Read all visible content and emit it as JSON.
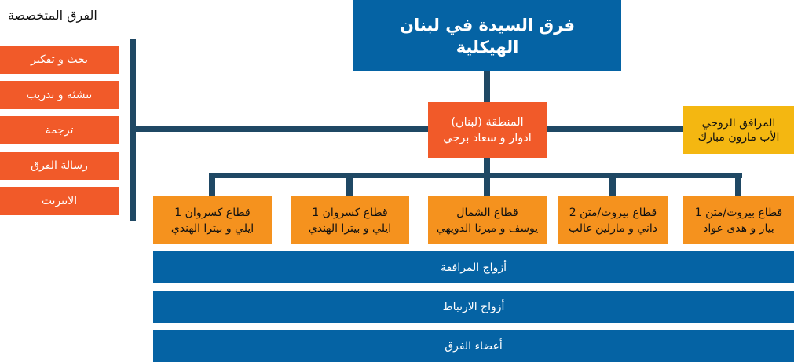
{
  "colors": {
    "blue": "#0563a4",
    "orange": "#f15a29",
    "sector_orange": "#f5921e",
    "yellow": "#f4b711",
    "connector": "#1f4864"
  },
  "title": {
    "line1": "فرق السيدة في لبنان",
    "line2": "الهيكلية"
  },
  "region": {
    "line1": "المنطقة (لبنان)",
    "line2": "ادوار و سعاد برجي"
  },
  "spiritual": {
    "line1": "المرافق الروحي",
    "line2": "الأب مارون مبارك"
  },
  "specialized": {
    "heading": "الفرق المتخصصة",
    "items": [
      "بحث و تفكير",
      "تنشئة و تدريب",
      "ترجمة",
      "رسالة الفرق",
      "الانترنت"
    ]
  },
  "sectors": [
    {
      "name": "قطاع كسروان 1",
      "leaders": "ايلي و بيترا الهندي"
    },
    {
      "name": "قطاع كسروان 1",
      "leaders": "ايلي و بيترا الهندي"
    },
    {
      "name": "قطاع الشمال",
      "leaders": "يوسف و ميرنا الدويهي"
    },
    {
      "name": "قطاع بيروت/متن 2",
      "leaders": "داني و مارلين غالب"
    },
    {
      "name": "قطاع بيروت/متن 1",
      "leaders": "بيار و هدى عواد"
    }
  ],
  "bars": [
    "أزواج المرافقة",
    "أزواج الارتباط",
    "أعضاء الفرق"
  ]
}
